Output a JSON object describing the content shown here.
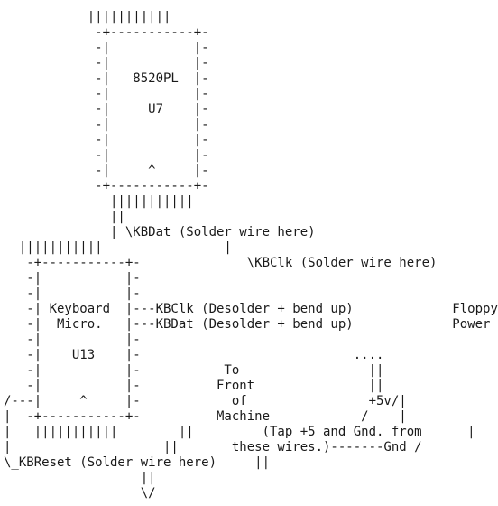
{
  "diagram": {
    "lines": [
      "           |||||||||||",
      "            -+-----------+-",
      "            -|           |-",
      "            -|           |-",
      "            -|   8520PL  |-",
      "            -|           |-",
      "            -|     U7    |-",
      "            -|           |-",
      "            -|           |-",
      "            -|           |-",
      "            -|     ^     |-",
      "            -+-----------+-",
      "              |||||||||||",
      "              ||",
      "              | \\KBDat (Solder wire here)",
      "  |||||||||||                |",
      "   -+-----------+-              \\KBClk (Solder wire here)",
      "   -|           |-",
      "   -|           |-",
      "   -| Keyboard  |---KBClk (Desolder + bend up)             Floppy",
      "   -|  Micro.   |---KBDat (Desolder + bend up)             Power",
      "   -|           |-",
      "   -|    U13    |-                            ....",
      "   -|           |-           To                 ||",
      "   -|           |-          Front               ||",
      "/---|     ^     |-            of                +5v/|",
      "|  -+-----------+-          Machine            /    |",
      "|   |||||||||||        ||         (Tap +5 and Gnd. from      |",
      "|                    ||       these wires.)-------Gnd /",
      "\\_KBReset (Solder wire here)     ||",
      "                  ||",
      "                  \\/"
    ]
  }
}
